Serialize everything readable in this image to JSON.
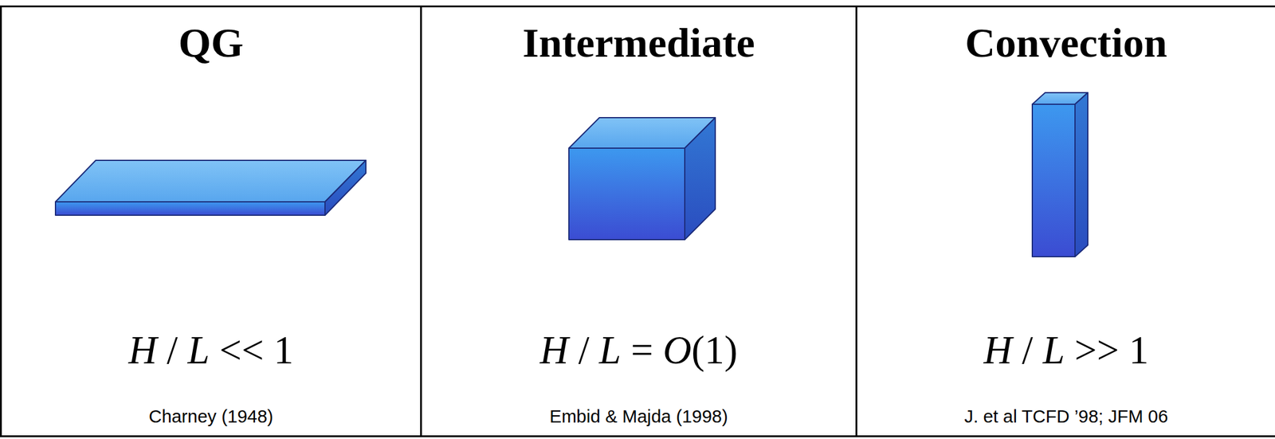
{
  "diagram": {
    "nodes": [
      {
        "text": [
          "QG",
          "H / L << 1",
          "Charney (1948)"
        ]
      },
      {
        "text": [
          "Intermediate",
          "H / L = O(1)",
          "Embid & Majda (1998)"
        ]
      },
      {
        "text": [
          "Convection",
          "H / L >> 1",
          "J. et al TCFD ’98; JFM 06"
        ]
      }
    ]
  }
}
